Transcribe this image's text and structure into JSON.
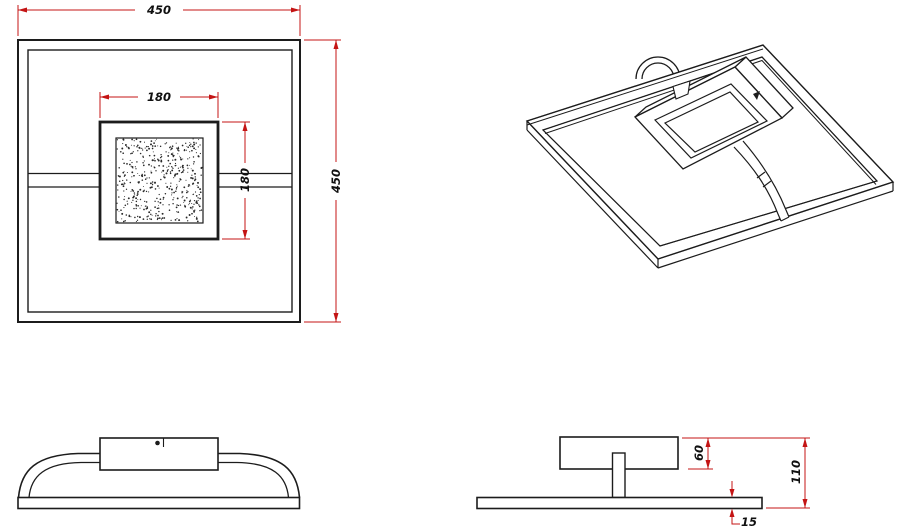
{
  "page": {
    "background": "#ffffff"
  },
  "drawing": {
    "line_color": "#1c1c1c",
    "dim_color": "#c41414",
    "dims": {
      "overall_width": "450",
      "overall_height": "450",
      "panel_width": "180",
      "panel_height": "180",
      "canopy_height": "60",
      "total_height": "110",
      "base_thickness": "15"
    }
  }
}
